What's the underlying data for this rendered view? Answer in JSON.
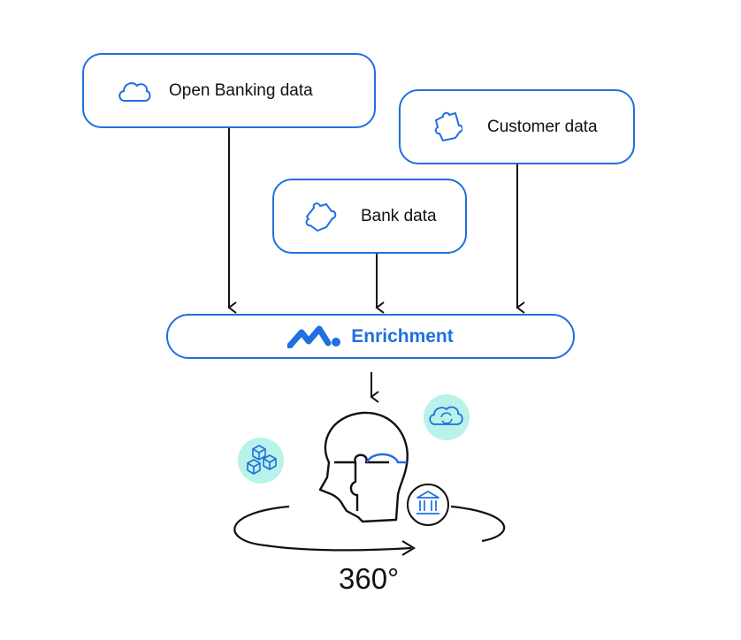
{
  "sources": {
    "open_banking": "Open Banking data",
    "customer": "Customer data",
    "bank": "Bank data"
  },
  "enrichment": "Enrichment",
  "rotation_label": "360°",
  "icons": {
    "open_banking": "cloud-icon",
    "customer": "puzzle-piece-icon",
    "bank": "puzzle-piece-icon",
    "enrichment": "brand-logo-icon",
    "floating": [
      "cloud-sync-icon",
      "cubes-icon",
      "bank-building-icon"
    ],
    "center": "head-puzzle-icon"
  },
  "colors": {
    "accent": "#1f6fe0",
    "bubble": "#b9f2e8",
    "line": "#111111"
  }
}
